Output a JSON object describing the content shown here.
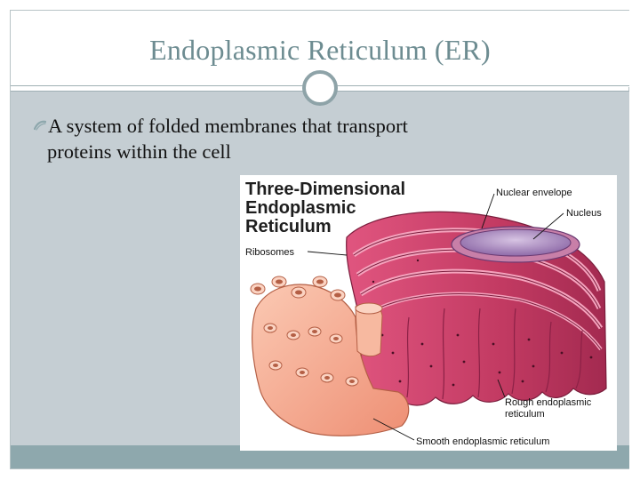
{
  "slide": {
    "title": "Endoplasmic Reticulum (ER)",
    "bullet_line1": "A system of folded membranes that transport",
    "bullet_line2": "proteins within the cell"
  },
  "figure": {
    "title_lines": [
      "Three-Dimensional",
      "Endoplasmic",
      "Reticulum"
    ],
    "labels": {
      "nuclear_envelope": "Nuclear envelope",
      "nucleus": "Nucleus",
      "ribosomes": "Ribosomes",
      "rough_er_line1": "Rough endoplasmic",
      "rough_er_line2": "reticulum",
      "smooth_er": "Smooth endoplasmic reticulum"
    }
  },
  "colors": {
    "title_text": "#6d8c91",
    "content_background": "#c5ced3",
    "footer_bar": "#8ea8ad",
    "rough_er": "#c23a62",
    "smooth_er": "#f2a88c",
    "nucleus": "#b9a0c9"
  },
  "icons": {
    "bullet": "curved-bullet-icon",
    "divider_ornament": "ring-ornament-icon"
  }
}
